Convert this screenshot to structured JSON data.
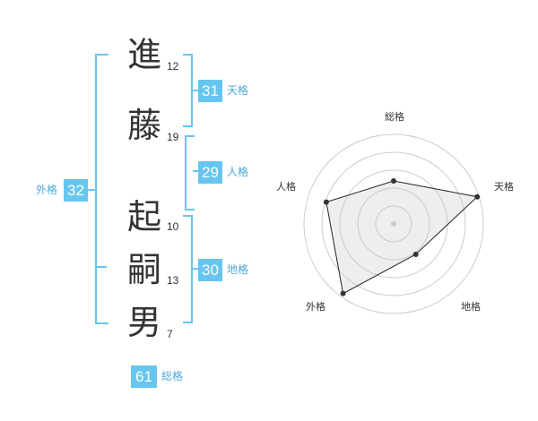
{
  "name": {
    "chars": [
      {
        "char": "進",
        "strokes": "12"
      },
      {
        "char": "藤",
        "strokes": "19"
      },
      {
        "char": "起",
        "strokes": "10"
      },
      {
        "char": "嗣",
        "strokes": "13"
      },
      {
        "char": "男",
        "strokes": "7"
      }
    ]
  },
  "kakusu": {
    "tenkaku": {
      "value": "31",
      "label": "天格"
    },
    "jinkaku": {
      "value": "29",
      "label": "人格"
    },
    "chikaku": {
      "value": "30",
      "label": "地格"
    },
    "gaikaku": {
      "value": "32",
      "label": "外格"
    },
    "soukaku": {
      "value": "61",
      "label": "総格"
    }
  },
  "colors": {
    "accent": "#66c6f0",
    "label": "#4aa8d8",
    "text": "#333333"
  },
  "chart_data": {
    "type": "radar",
    "axes": [
      "総格",
      "天格",
      "地格",
      "外格",
      "人格"
    ],
    "values": [
      0.48,
      0.98,
      0.42,
      0.96,
      0.79
    ],
    "range": [
      0,
      1
    ]
  }
}
